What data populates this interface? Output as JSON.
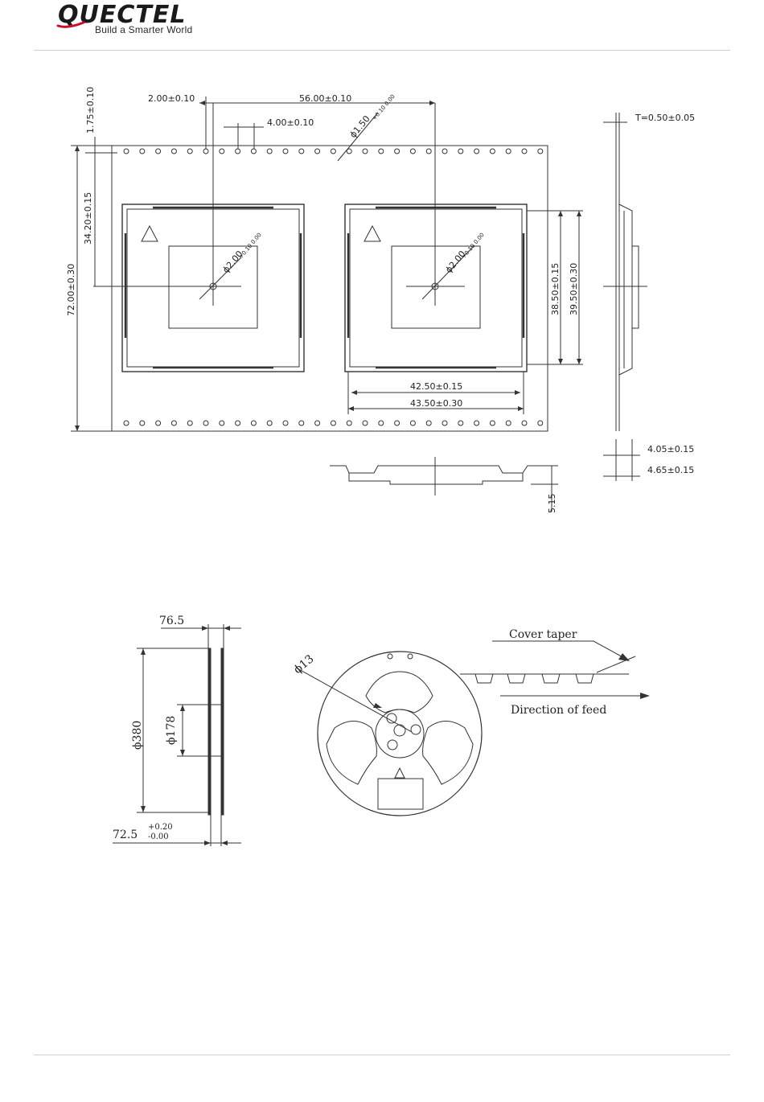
{
  "header": {
    "logo_text": "QUECTEL",
    "logo_tagline": "Build a Smarter World",
    "brand_color": "#c8102e"
  },
  "tray": {
    "dim_pitch_small": "2.00±0.10",
    "dim_pitch_large": "56.00±0.10",
    "dim_hole_pitch": "4.00±0.10",
    "dim_hole_diameter": "ϕ1.50",
    "dim_hole_diameter_tol": "+0.10 0.00",
    "dim_thickness": "T=0.50±0.05",
    "dim_edge_offset": "1.75±0.10",
    "dim_center_offset": "34.20±0.15",
    "dim_total_width": "72.00±0.30",
    "dim_hole_left": "ϕ2.00",
    "dim_hole_left_tol": "+0.10 0.00",
    "dim_hole_right": "ϕ2.00",
    "dim_hole_right_tol": "+0.10 0.00",
    "dim_pocket_inner_v": "38.50±0.15",
    "dim_pocket_outer_v": "39.50±0.30",
    "dim_pocket_inner_h": "42.50±0.15",
    "dim_pocket_outer_h": "43.50±0.30",
    "dim_depth_a": "4.05±0.15",
    "dim_depth_b": "4.65±0.15",
    "dim_height": "5.15"
  },
  "reel": {
    "dim_width_top": "76.5",
    "dim_diameter": "ϕ380",
    "dim_hub": "ϕ178",
    "dim_width_bottom": "72.5",
    "dim_width_bottom_tol_plus": "+0.20",
    "dim_width_bottom_tol_minus": "-0.00",
    "dim_arbor": "ϕ13",
    "label_cover_taper": "Cover taper",
    "label_direction": "Direction of feed"
  }
}
